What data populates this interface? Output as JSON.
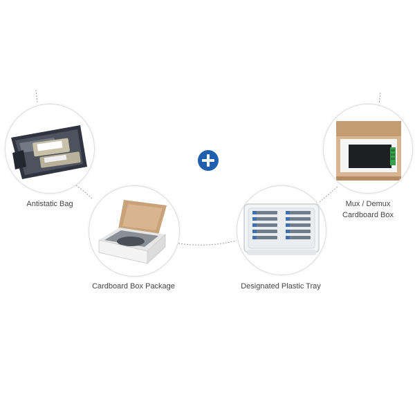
{
  "colors": {
    "accent": "#1f5fb0",
    "label_text": "#444444",
    "circle_border": "#dedede",
    "connector": "#9a9a9a"
  },
  "icons": {
    "center": "plus-icon"
  },
  "packages": [
    {
      "label": "Antistatic Bag"
    },
    {
      "label": "Cardboard Box Package"
    },
    {
      "label": "Designated Plastic Tray"
    },
    {
      "label_lines": [
        "Mux / Demux",
        "Cardboard Box"
      ]
    }
  ]
}
